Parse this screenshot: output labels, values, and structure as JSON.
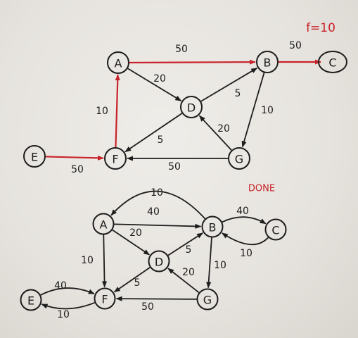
{
  "annotations": {
    "flow_note": "f=10",
    "done_label": "DONE"
  },
  "graphs": [
    {
      "nodes": [
        {
          "id": "A",
          "label": "A"
        },
        {
          "id": "B",
          "label": "B"
        },
        {
          "id": "C",
          "label": "C"
        },
        {
          "id": "D",
          "label": "D"
        },
        {
          "id": "E",
          "label": "E"
        },
        {
          "id": "F",
          "label": "F"
        },
        {
          "id": "G",
          "label": "G"
        }
      ],
      "edges": [
        {
          "from": "A",
          "to": "B",
          "weight": "50",
          "highlight": true
        },
        {
          "from": "B",
          "to": "C",
          "weight": "50",
          "highlight": true
        },
        {
          "from": "A",
          "to": "D",
          "weight": "20",
          "highlight": false
        },
        {
          "from": "D",
          "to": "B",
          "weight": "5",
          "highlight": false
        },
        {
          "from": "B",
          "to": "G",
          "weight": "10",
          "highlight": false
        },
        {
          "from": "G",
          "to": "D",
          "weight": "20",
          "highlight": false
        },
        {
          "from": "D",
          "to": "F",
          "weight": "5",
          "highlight": false
        },
        {
          "from": "F",
          "to": "A",
          "weight": "10",
          "highlight": true
        },
        {
          "from": "E",
          "to": "F",
          "weight": "50",
          "highlight": true
        },
        {
          "from": "G",
          "to": "F",
          "weight": "50",
          "highlight": false
        }
      ]
    },
    {
      "nodes": [
        {
          "id": "A",
          "label": "A"
        },
        {
          "id": "B",
          "label": "B"
        },
        {
          "id": "C",
          "label": "C"
        },
        {
          "id": "D",
          "label": "D"
        },
        {
          "id": "E",
          "label": "E"
        },
        {
          "id": "F",
          "label": "F"
        },
        {
          "id": "G",
          "label": "G"
        }
      ],
      "edges": [
        {
          "from": "B",
          "to": "A",
          "weight": "10",
          "highlight": false
        },
        {
          "from": "A",
          "to": "B",
          "weight": "40",
          "highlight": false
        },
        {
          "from": "B",
          "to": "C",
          "weight": "40",
          "highlight": false
        },
        {
          "from": "C",
          "to": "B",
          "weight": "10",
          "highlight": false
        },
        {
          "from": "A",
          "to": "D",
          "weight": "20",
          "highlight": false
        },
        {
          "from": "A",
          "to": "F",
          "weight": "10",
          "highlight": false
        },
        {
          "from": "D",
          "to": "B",
          "weight": "5",
          "highlight": false
        },
        {
          "from": "B",
          "to": "G",
          "weight": "10",
          "highlight": false
        },
        {
          "from": "G",
          "to": "D",
          "weight": "20",
          "highlight": false
        },
        {
          "from": "D",
          "to": "F",
          "weight": "5",
          "highlight": false
        },
        {
          "from": "G",
          "to": "F",
          "weight": "50",
          "highlight": false
        },
        {
          "from": "E",
          "to": "F",
          "weight": "40",
          "highlight": false
        },
        {
          "from": "F",
          "to": "E",
          "weight": "10",
          "highlight": false
        }
      ]
    }
  ],
  "colors": {
    "ink": "#1d1d1d",
    "flow": "#c8232a",
    "paper": "#ebe8e3"
  }
}
